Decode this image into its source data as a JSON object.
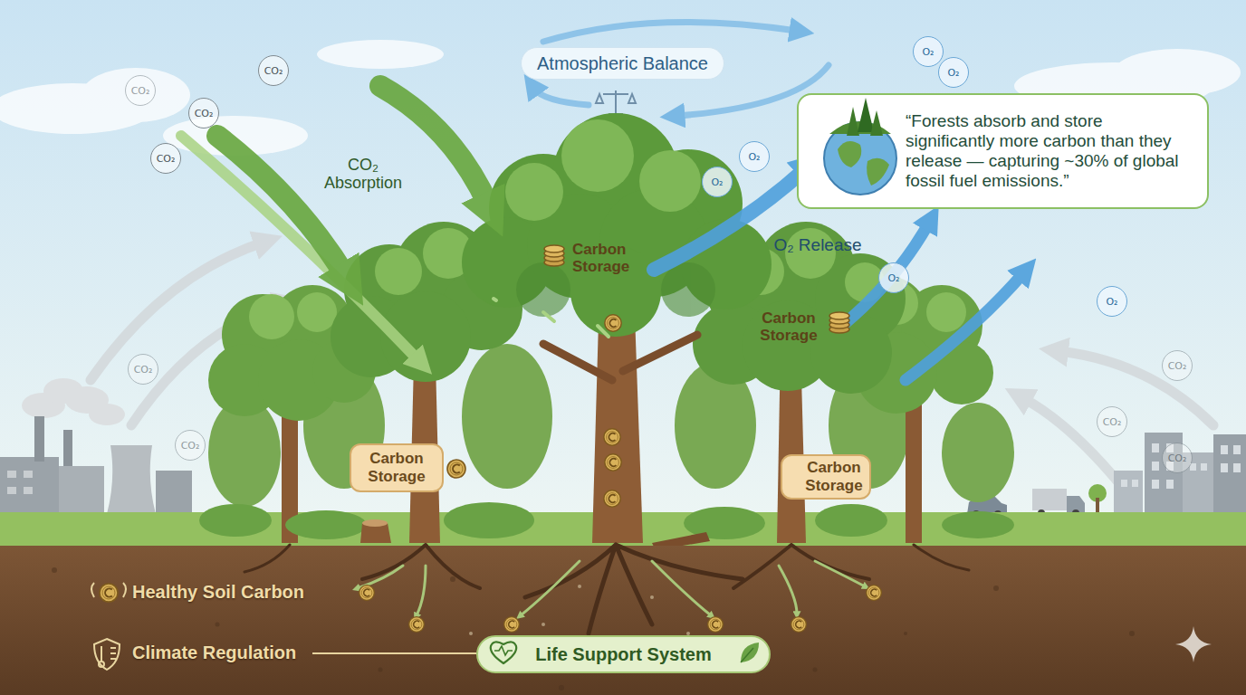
{
  "diagram": {
    "nodes": [
      {
        "text": [
          "Atmospheric Balance"
        ]
      },
      {
        "text": [
          "“Forests absorb and store significantly more carbon than they release — capturing ~30% of global fossil fuel emissions.”"
        ]
      },
      {
        "text": [
          "Carbon Storage"
        ]
      },
      {
        "text": [
          "Carbon Storage"
        ]
      },
      {
        "text": [
          "Life Support System"
        ]
      }
    ],
    "labels": [
      "CO₂ Absorption",
      "Carbon Storage",
      "O₂ Release",
      "Carbon Storage",
      "Healthy Soil Carbon",
      "Climate Regulation",
      "CO₂",
      "CO₂",
      "CO₂",
      "CO₂",
      "CO₂",
      "CO₂",
      "CO₂",
      "CO₂",
      "CO₂",
      "O₂",
      "O₂",
      "O₂",
      "O₂",
      "O₂",
      "O₂"
    ]
  }
}
